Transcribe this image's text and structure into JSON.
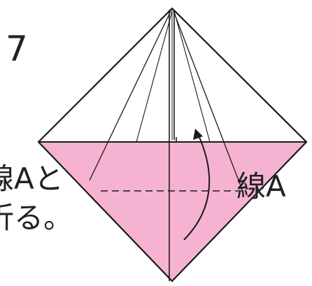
{
  "step": {
    "number": "7"
  },
  "instruction": {
    "line1": "線Aと",
    "line2": "折る。"
  },
  "label": {
    "line_a": "線A"
  },
  "colors": {
    "paper_pink": "#F6B3D1",
    "stroke": "#1a1a1a"
  }
}
